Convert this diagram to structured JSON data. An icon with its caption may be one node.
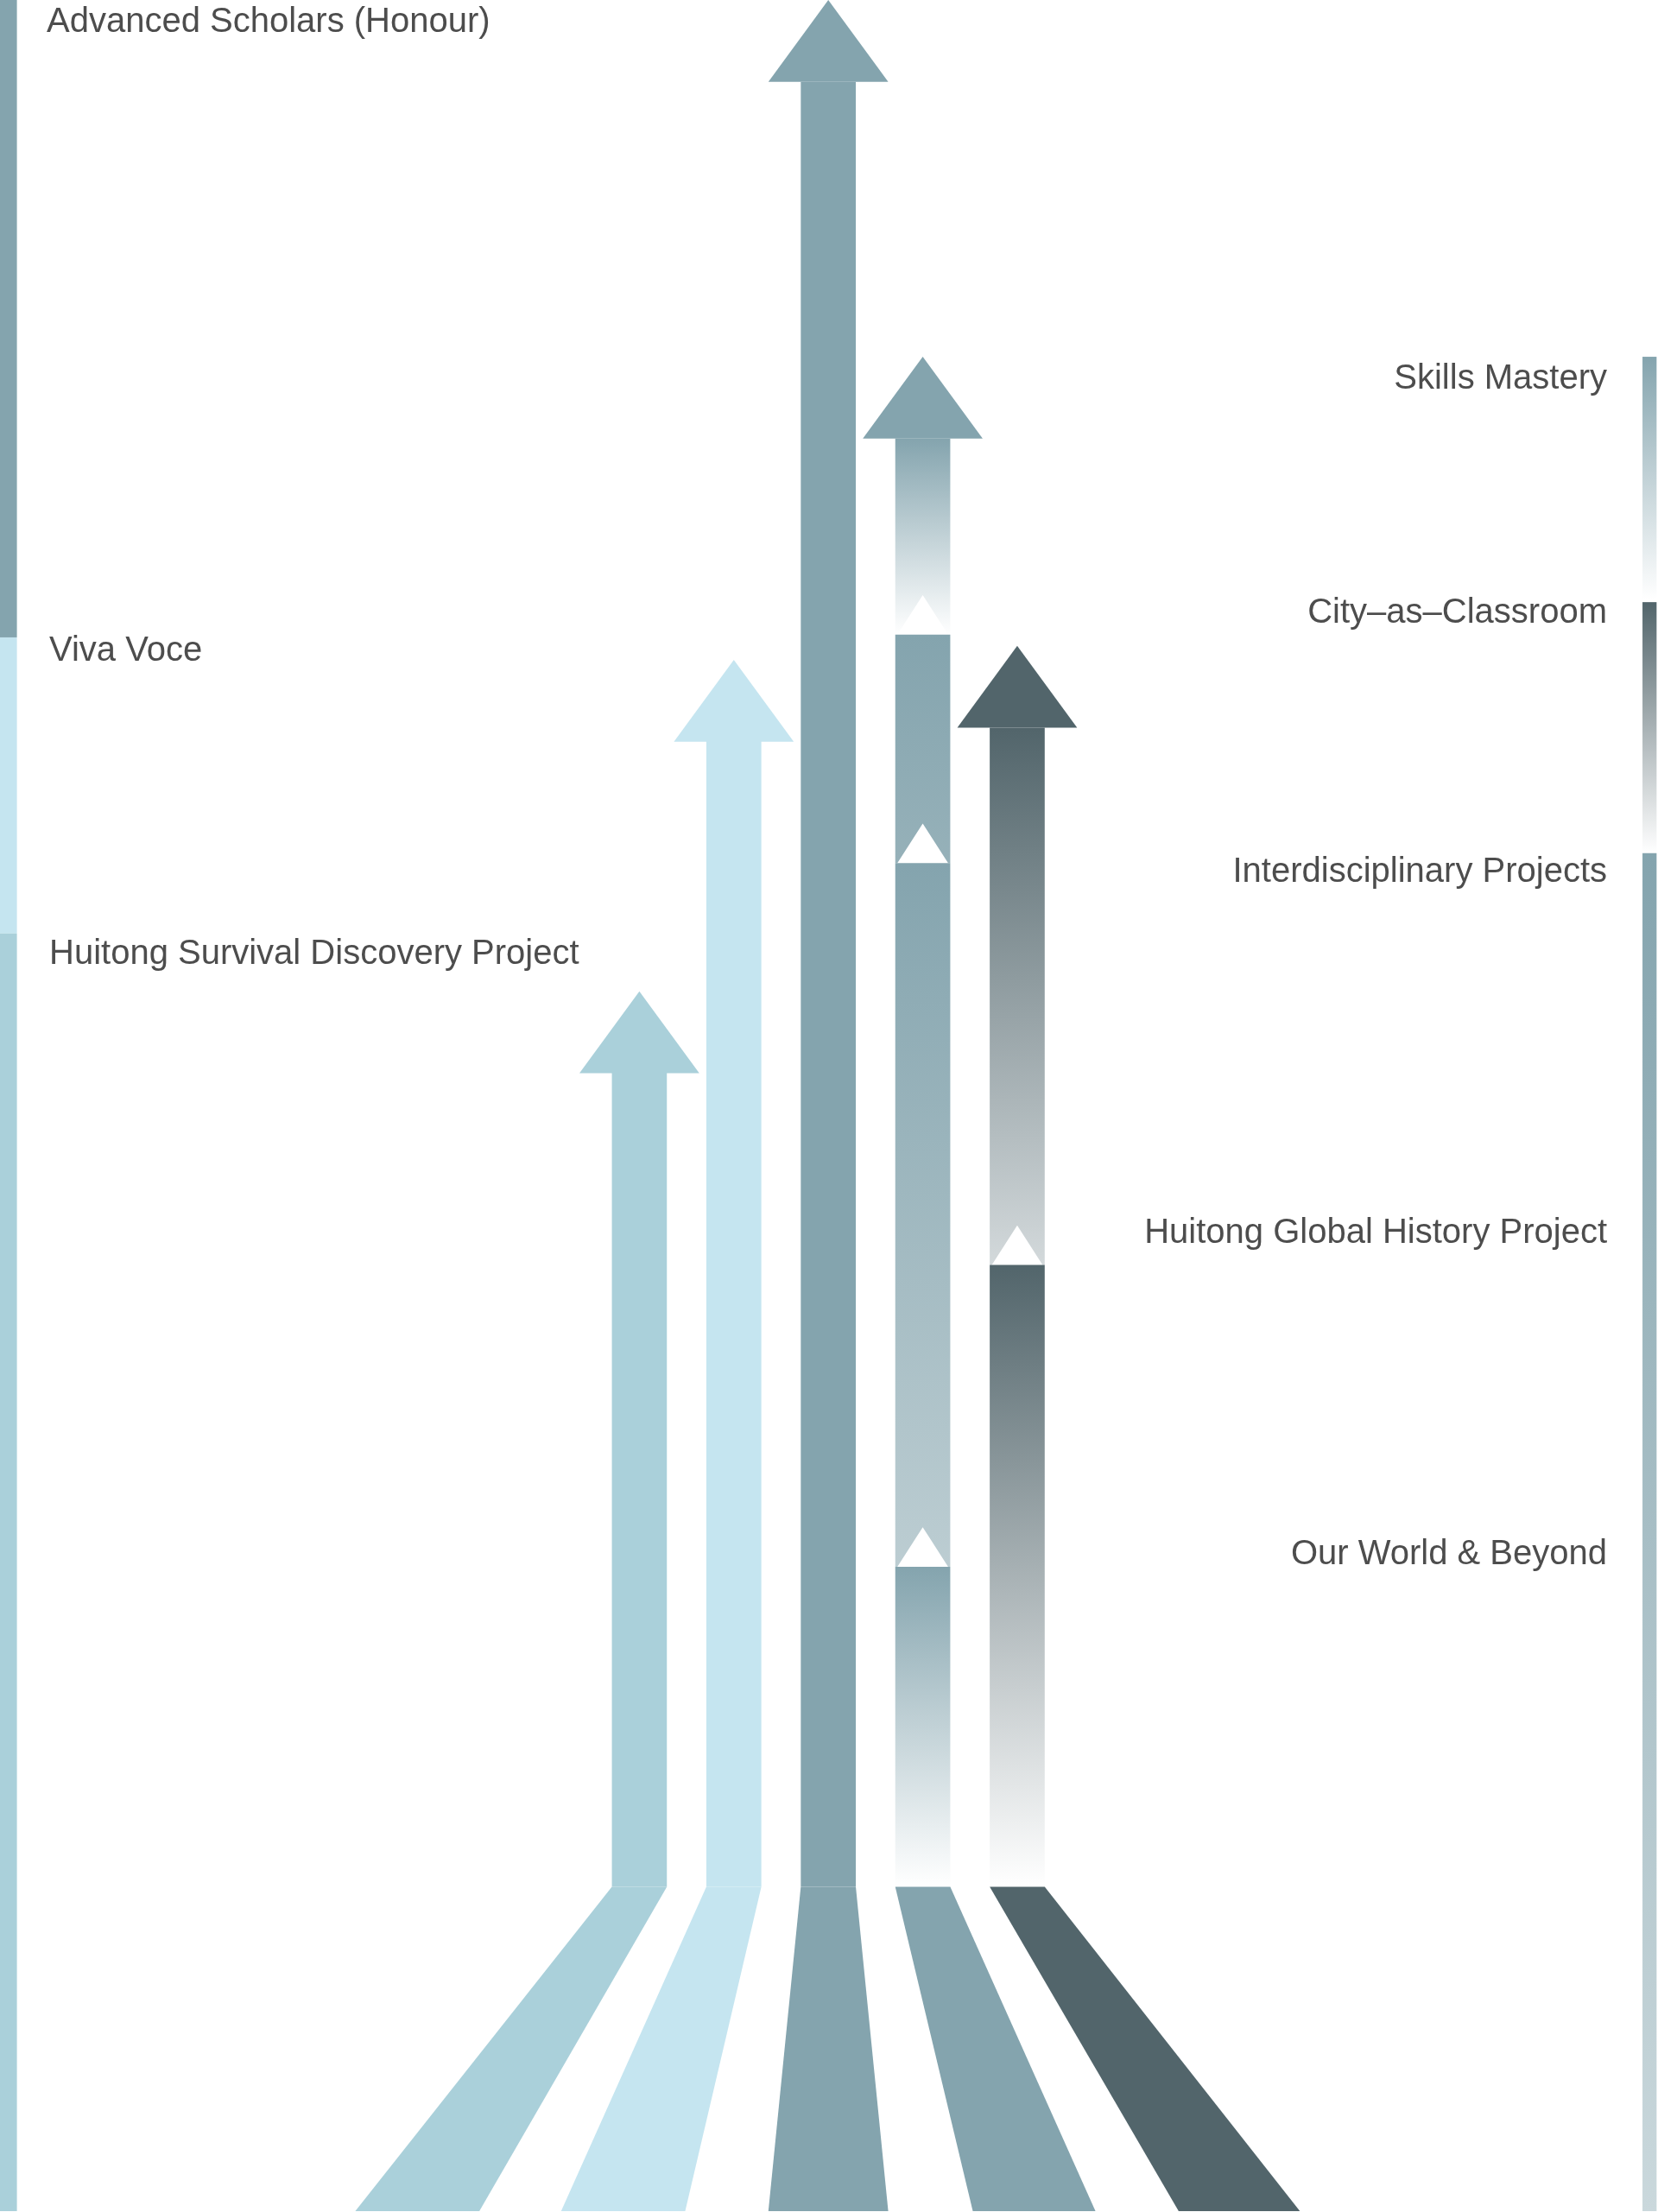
{
  "diagram": {
    "labels": [
      "Advanced Scholars (Honour)",
      "Viva Voce",
      "Huitong Survival Discovery Project",
      "Skills Mastery",
      "City–as–Classroom",
      "Interdisciplinary Projects",
      "Huitong Global History Project",
      "Our World & Beyond"
    ]
  }
}
